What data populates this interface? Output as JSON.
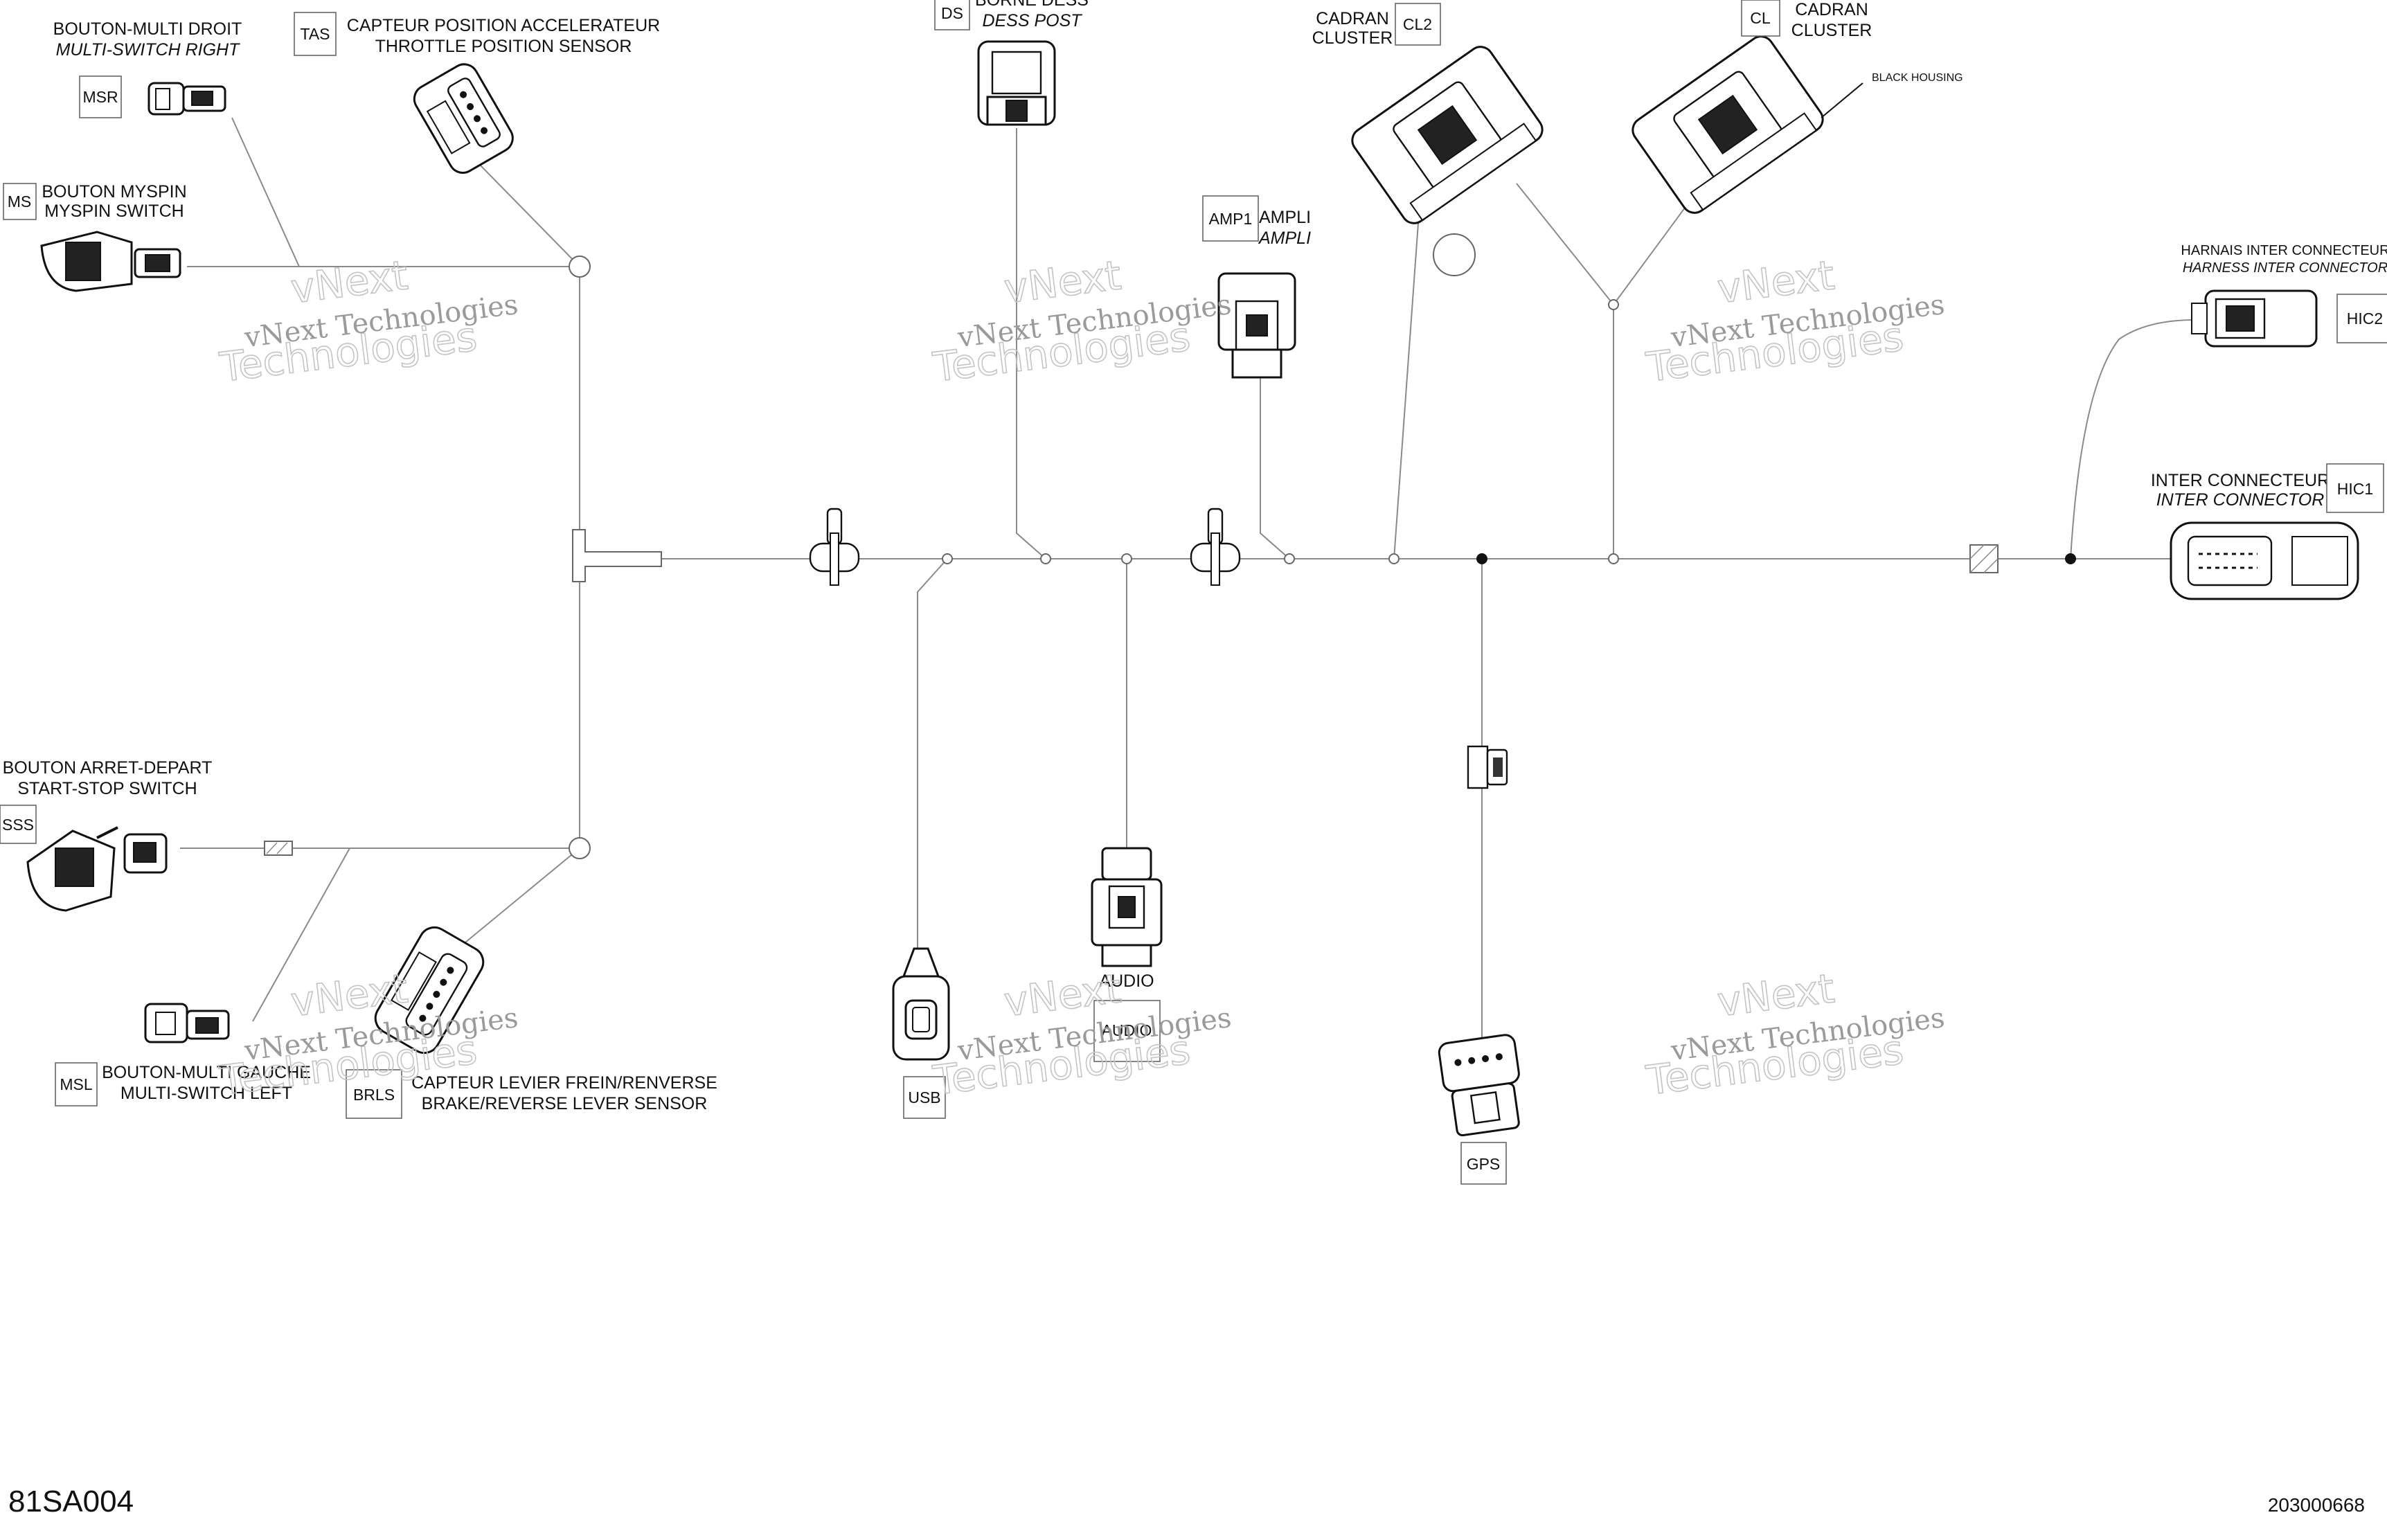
{
  "diagram": {
    "drawing_number": "81SA004",
    "part_number": "203000668",
    "watermark": {
      "line1": "vNext Technologies",
      "line2": "vNext",
      "line3": "Technologies"
    },
    "components": {
      "msr": {
        "code": "MSR",
        "label_fr": "BOUTON-MULTI DROIT",
        "label_en": "MULTI-SWITCH RIGHT"
      },
      "tas": {
        "code": "TAS",
        "label_fr": "CAPTEUR POSITION ACCELERATEUR",
        "label_en": "THROTTLE POSITION SENSOR"
      },
      "ms": {
        "code": "MS",
        "label_fr": "BOUTON MYSPIN",
        "label_en": "MYSPIN SWITCH"
      },
      "ds": {
        "code": "DS",
        "label_fr": "BORNE DESS",
        "label_en": "DESS POST"
      },
      "amp1": {
        "code": "AMP1",
        "label_fr": "AMPLI",
        "label_en": "AMPLI"
      },
      "cl2": {
        "code": "CL2",
        "label_fr": "CADRAN",
        "label_en": "CLUSTER"
      },
      "cl": {
        "code": "CL",
        "label_fr": "CADRAN",
        "label_en": "CLUSTER",
        "note": "BLACK HOUSING"
      },
      "hic2": {
        "code": "HIC2",
        "label_fr": "HARNAIS INTER CONNECTEUR",
        "label_en": "HARNESS INTER CONNECTOR"
      },
      "hic1": {
        "code": "HIC1",
        "label_fr": "INTER CONNECTEUR",
        "label_en": "INTER CONNECTOR"
      },
      "sss": {
        "code": "SSS",
        "label_fr": "BOUTON ARRET-DEPART",
        "label_en": "START-STOP SWITCH"
      },
      "msl": {
        "code": "MSL",
        "label_fr": "BOUTON-MULTI GAUCHE",
        "label_en": "MULTI-SWITCH LEFT"
      },
      "brls": {
        "code": "BRLS",
        "label_fr": "CAPTEUR LEVIER FREIN/RENVERSE",
        "label_en": "BRAKE/REVERSE LEVER SENSOR"
      },
      "usb": {
        "code": "USB"
      },
      "audio": {
        "code": "AUDIO",
        "label": "AUDIO"
      },
      "gps": {
        "code": "GPS"
      }
    }
  }
}
